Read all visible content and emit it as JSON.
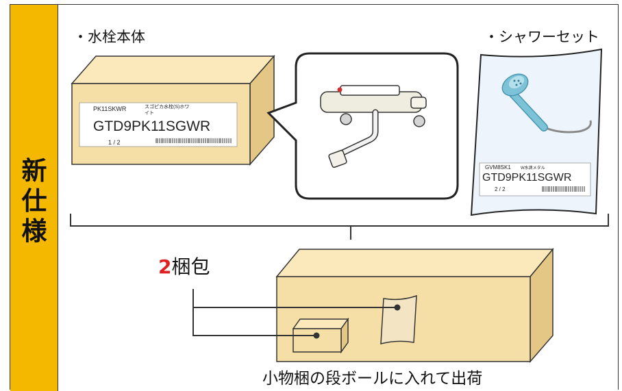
{
  "side_label": [
    "新",
    "仕",
    "様"
  ],
  "faucet": {
    "label": "・水栓本体",
    "tag_code": "PK11SKWR",
    "tag_desc_1": "スゴピカ水栓(S)ホワ",
    "tag_desc_2": "イト",
    "tag_model": "GTD9PK11SGWR",
    "tag_count": "1 / 2"
  },
  "shower": {
    "label": "・シャワーセット",
    "tag_code": "GVM8SK1",
    "tag_desc": "W水滴メタル",
    "tag_model": "GTD9PK11SGWR",
    "tag_count": "2 / 2"
  },
  "package": {
    "count_num": "2",
    "count_unit": "梱包",
    "caption": "小物梱の段ボールに入れて出荷"
  },
  "colors": {
    "side_bar": "#f5b800",
    "carton": "#f5dfa6",
    "accent_red": "#e02020",
    "shower_head": "#7cc3d8"
  }
}
